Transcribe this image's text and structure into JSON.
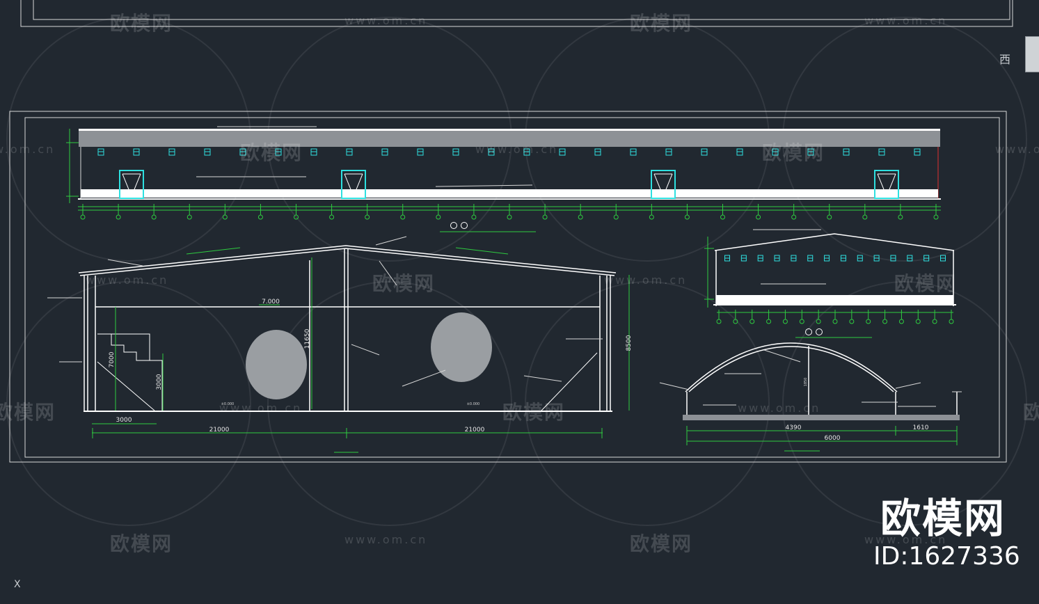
{
  "drawing": {
    "main_elevation": {
      "axis_count": 25,
      "window_count": 24,
      "door_count": 4
    },
    "cross_section": {
      "span_left": "21000",
      "span_right": "21000",
      "eave_height": "8500",
      "ridge_height": "11650",
      "level_label": "7.000",
      "partition_height": "7000",
      "stair_height": "3000",
      "stair_width": "3000",
      "floor_level_left": "±0.000",
      "floor_level_right": "±0.000"
    },
    "side_elevation": {
      "axis_count": 15,
      "window_count": 14
    },
    "arch_section": {
      "width_left": "4390",
      "width_right": "1610",
      "total_width": "6000",
      "rise": "1850"
    }
  },
  "watermark": {
    "logo_text": "欧模网",
    "url_text": "www.om.cn"
  },
  "brand": {
    "name": "欧模网",
    "id": "ID:1627336"
  },
  "viewcube": {
    "direction_label": "西"
  },
  "ucs": {
    "label": "X"
  },
  "colors": {
    "background": "#212830",
    "line": "#ffffff",
    "dimension": "#2ecc40",
    "opening": "#2ee0e0",
    "accent": "#e03030"
  }
}
